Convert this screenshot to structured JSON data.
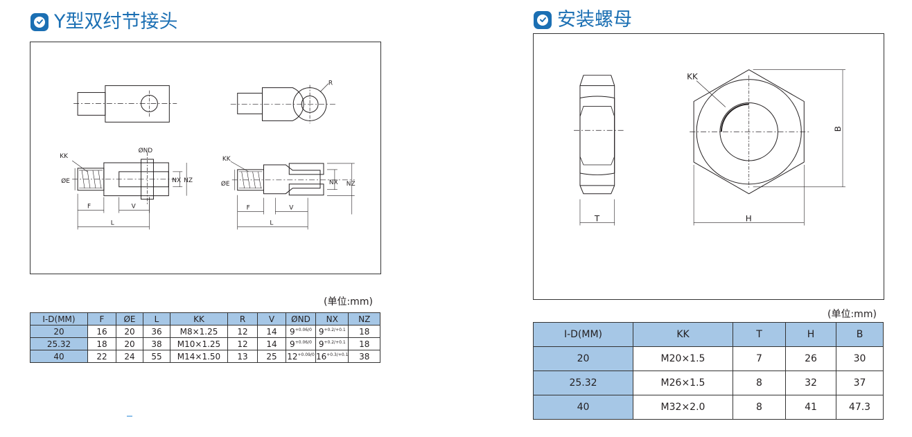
{
  "left_section": {
    "title": "Y型双纣节接头",
    "unit": "(单位:mm)",
    "drawing_labels": {
      "kk": "KK",
      "e": "ØE",
      "nd": "ØND",
      "nx": "NX",
      "nz": "NZ",
      "f": "F",
      "v": "V",
      "l": "L",
      "r": "R"
    },
    "table": {
      "headers": [
        "I-D(MM)",
        "F",
        "ØE",
        "L",
        "KK",
        "R",
        "V",
        "ØND",
        "NX",
        "NZ"
      ],
      "rows": [
        {
          "id": "20",
          "f": "16",
          "e": "20",
          "l": "36",
          "kk": "M8×1.25",
          "r": "12",
          "v": "14",
          "nd": "9",
          "nd_tol_up": "+0.06",
          "nd_tol_dn": "0",
          "nx": "9",
          "nx_tol_up": "+0.2",
          "nx_tol_dn": "+0.1",
          "nz": "18"
        },
        {
          "id": "25.32",
          "f": "18",
          "e": "20",
          "l": "38",
          "kk": "M10×1.25",
          "r": "12",
          "v": "14",
          "nd": "9",
          "nd_tol_up": "+0.06",
          "nd_tol_dn": "0",
          "nx": "9",
          "nx_tol_up": "+0.2",
          "nx_tol_dn": "+0.1",
          "nz": "18"
        },
        {
          "id": "40",
          "f": "22",
          "e": "24",
          "l": "55",
          "kk": "M14×1.50",
          "r": "13",
          "v": "25",
          "nd": "12",
          "nd_tol_up": "+0.09",
          "nd_tol_dn": "0",
          "nx": "16",
          "nx_tol_up": "+0.3",
          "nx_tol_dn": "+0.1",
          "nz": "38"
        }
      ]
    }
  },
  "right_section": {
    "title": "安装螺母",
    "unit": "(单位:mm)",
    "drawing_labels": {
      "kk": "KK",
      "t": "T",
      "h": "H",
      "b": "B"
    },
    "table": {
      "headers": [
        "I-D(MM)",
        "KK",
        "T",
        "H",
        "B"
      ],
      "rows": [
        {
          "id": "20",
          "kk": "M20×1.5",
          "t": "7",
          "h": "26",
          "b": "30"
        },
        {
          "id": "25.32",
          "kk": "M26×1.5",
          "t": "8",
          "h": "32",
          "b": "37"
        },
        {
          "id": "40",
          "kk": "M32×2.0",
          "t": "8",
          "h": "41",
          "b": "47.3"
        }
      ]
    }
  },
  "colors": {
    "accent": "#1b6fb3",
    "header_fill": "#a6c7e6",
    "line": "#231f20"
  },
  "icons": [
    "check-icon"
  ]
}
